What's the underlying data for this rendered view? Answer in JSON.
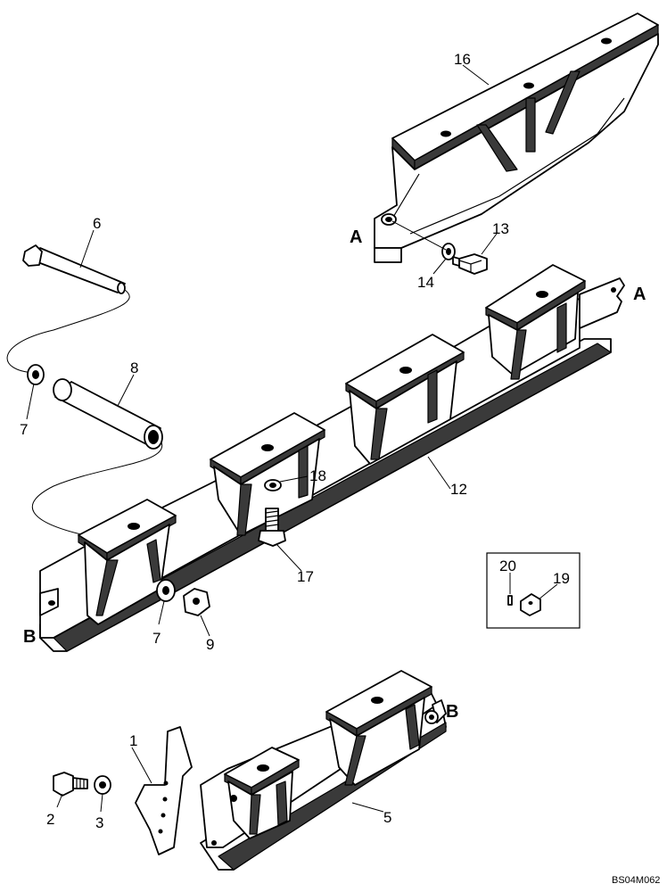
{
  "callouts": {
    "c1": "1",
    "c2": "2",
    "c3": "3",
    "c5": "5",
    "c6": "6",
    "c7a": "7",
    "c7b": "7",
    "c8": "8",
    "c9": "9",
    "c12": "12",
    "c13": "13",
    "c14": "14",
    "c16": "16",
    "c17": "17",
    "c18": "18",
    "c19": "19",
    "c20": "20"
  },
  "refs": {
    "a1": "A",
    "a2": "A",
    "b1": "B",
    "b2": "B"
  },
  "drawing_code": "BS04M062",
  "colors": {
    "ink": "#000000",
    "paper": "#ffffff"
  }
}
